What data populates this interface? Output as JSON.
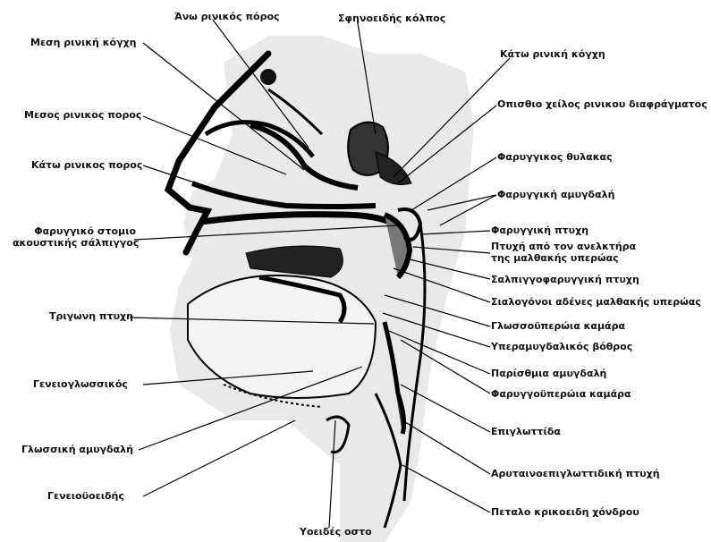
{
  "labels": {
    "ano_rinikos_poros": "Άνω ρινικός πόρος",
    "sfinoeidis_kolpos": "Σφηνοειδής κόλπος",
    "mesi_riniki_kogxi": "Μεση ρινική κόγχη",
    "kato_riniki_kogxi": "Κάτω ρινική κόγχη",
    "mesos_rinikos_poros": "Μεσος ρινικος πορος",
    "opisthio_xeilos": "Οπισθιο χείλος ρινικου διαφράγματος",
    "kato_rinikos_poros": "Κάτω ρινικος πορος",
    "farygikos_thylakas": "Φαρυγγικος θυλακας",
    "farygiki_amygdali": "Φαρυγγική αμυγδαλή",
    "farygiko_stomio_1": "Φαρυγγικό στομιο",
    "farygiko_stomio_2": "ακουστικής σάλπιγγος",
    "farygiki_ptyxi": "Φαρυγγική πτυχη",
    "ptyxi_anelktira_1": "Πτυχή από τον ανελκτήρα",
    "ptyxi_anelktira_2": "της μαλθακής υπερώας",
    "salpigofarygiki": "Σαλπιγγοφαρυγγική πτυχη",
    "sialogonoi": "Σιαλογόνοι αδένες μαλθακής υπερώας",
    "trigoni_ptyxi": "Τριγωνη πτυχη",
    "glossoyperoa": "Γλωσσοϋπερώια καμάρα",
    "yperamygdalikos": "Υπεραμυγδαλικός βόθρος",
    "geneioglossikos": "Γενειογλωσσικός",
    "paristhmia": "Παρίσθμια αμυγδαλή",
    "farygoyperoa": "Φαρυγγοϋπερώια καμάρα",
    "epiglottida": "Επιγλωττίδα",
    "glossiki_amygdali": "Γλωσσική αμυγδαλή",
    "arytainoepiglottidiki": "Αρυταινοεπιγλωττιδική πτυχή",
    "geneioyoeidis": "Γενειοϋοειδής",
    "petalo_krikoeidi": "Πεταλο κρικοειδη χόνδρου",
    "ygoides_osto": "Υοειδές οστο"
  }
}
